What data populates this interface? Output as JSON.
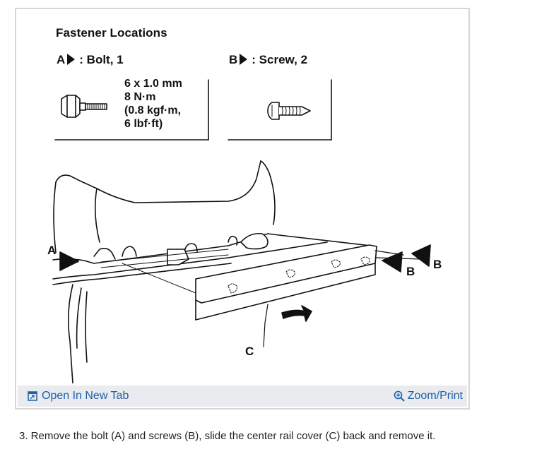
{
  "figure": {
    "title": "Fastener Locations",
    "fastener_a": {
      "letter": "A",
      "label": ": Bolt, 1"
    },
    "fastener_b": {
      "letter": "B",
      "label": ": Screw, 2"
    },
    "spec_lines": [
      "6 x 1.0 mm",
      "8 N·m",
      "(0.8 kgf·m,",
      "6 lbf·ft)"
    ],
    "callouts": {
      "a": "A",
      "b1": "B",
      "b2": "B",
      "c": "C"
    }
  },
  "footer": {
    "open_tab_label": "Open In New Tab",
    "zoom_label": "Zoom/Print",
    "open_tab_icon": "open-new-tab-icon",
    "zoom_icon": "magnifier-plus-icon",
    "link_color": "#1e5fa8"
  },
  "caption": "3. Remove the bolt (A) and screws (B), slide the center rail cover (C) back and remove it."
}
